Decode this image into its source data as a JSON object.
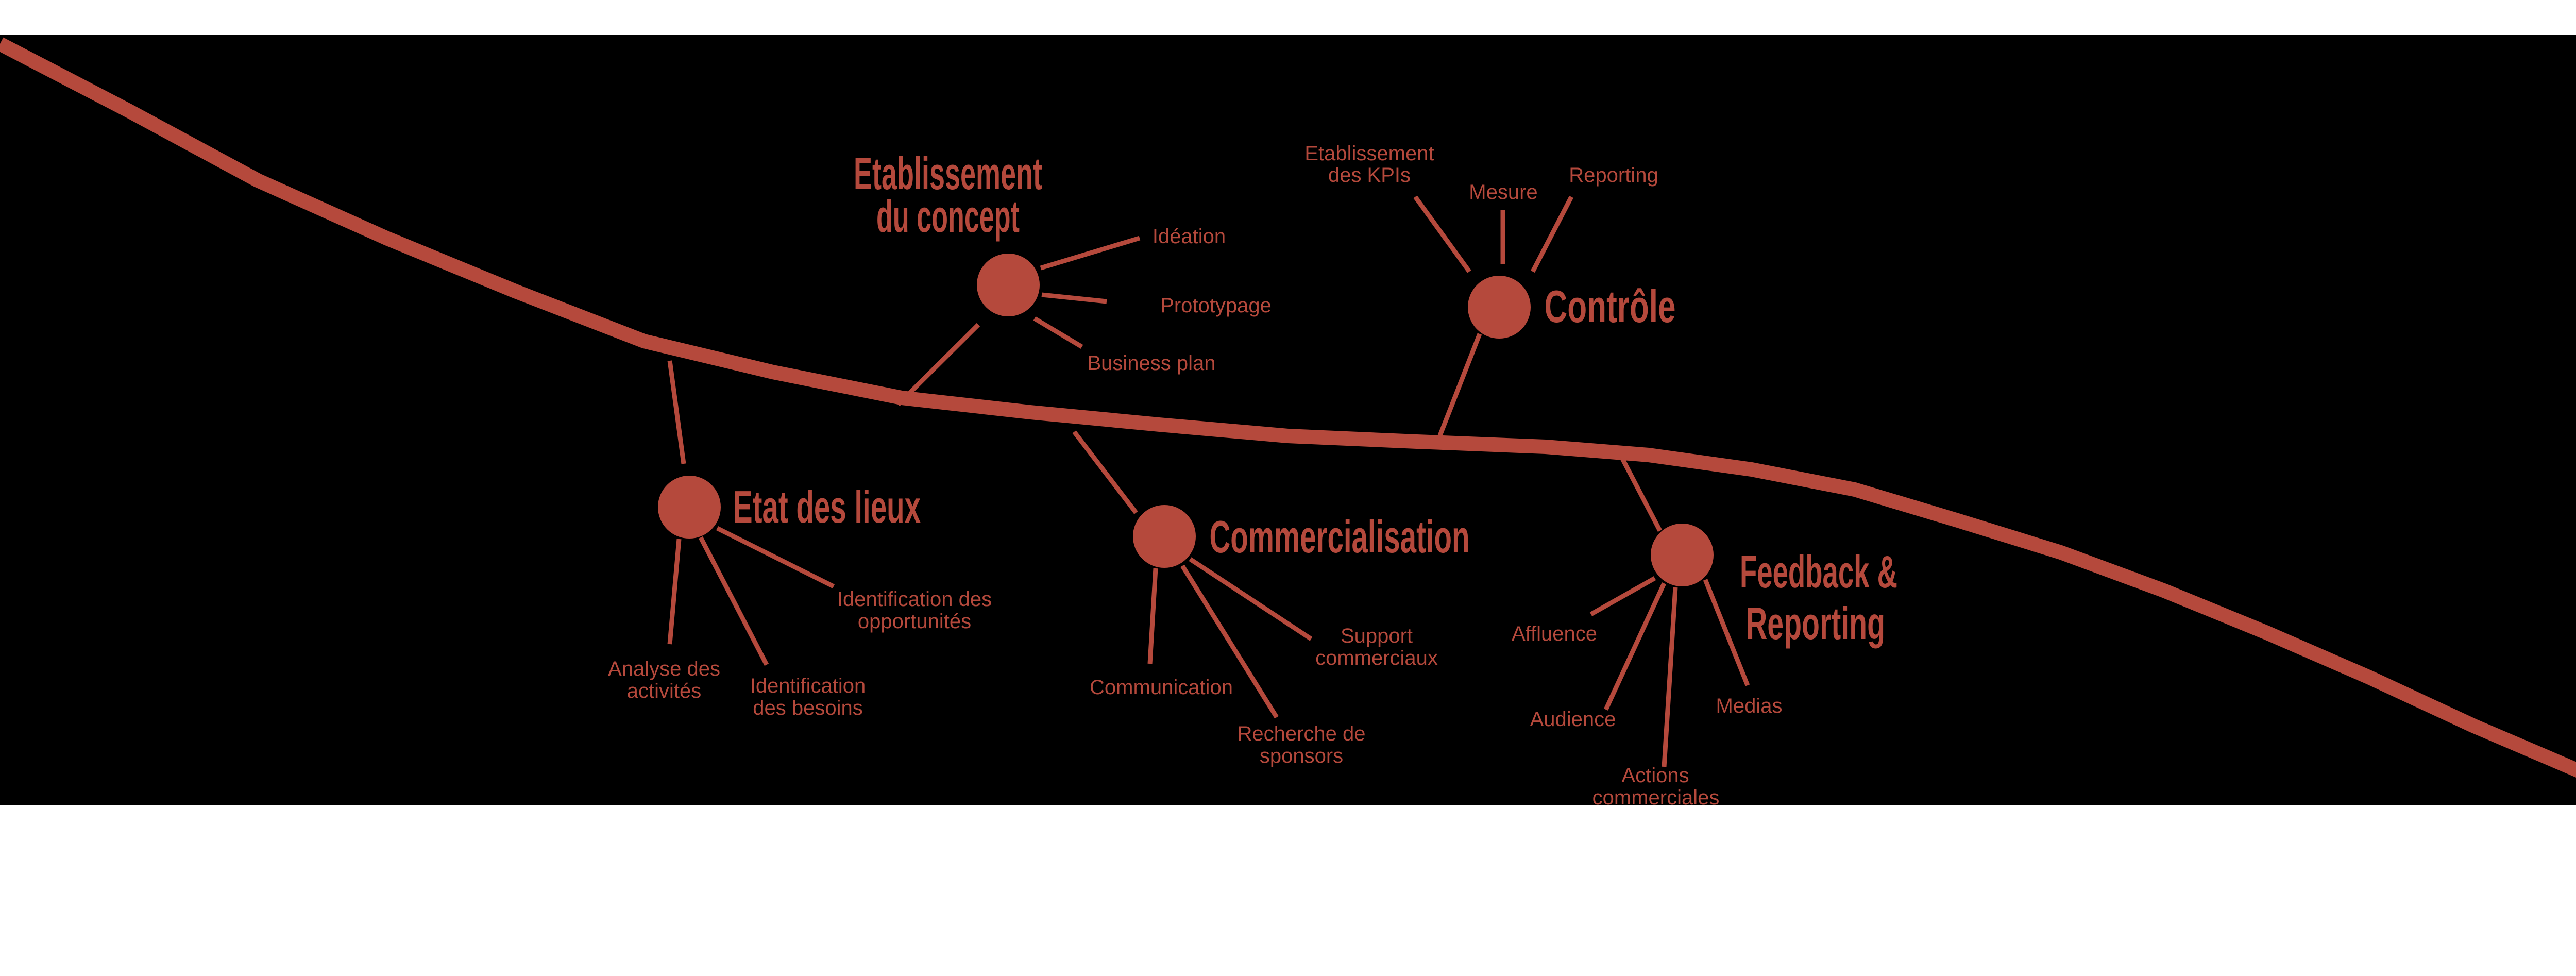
{
  "diagram": {
    "background_color": "#000000",
    "page_color": "#ffffff",
    "accent_color": "#b5493c",
    "nodes": [
      {
        "id": "etat-des-lieux",
        "title_lines": [
          "Etat des lieux"
        ],
        "branches": [
          {
            "label_lines": [
              "Identification des",
              "opportunités"
            ]
          },
          {
            "label_lines": [
              "Analyse des",
              "activités"
            ]
          },
          {
            "label_lines": [
              "Identification",
              "des besoins"
            ]
          }
        ]
      },
      {
        "id": "etablissement-du-concept",
        "title_lines": [
          "Etablissement",
          "du concept"
        ],
        "branches": [
          {
            "label_lines": [
              "Idéation"
            ]
          },
          {
            "label_lines": [
              "Prototypage"
            ]
          },
          {
            "label_lines": [
              "Business plan"
            ]
          }
        ]
      },
      {
        "id": "commercialisation",
        "title_lines": [
          "Commercialisation"
        ],
        "branches": [
          {
            "label_lines": [
              "Communication"
            ]
          },
          {
            "label_lines": [
              "Support",
              "commerciaux"
            ]
          },
          {
            "label_lines": [
              "Recherche de",
              "sponsors"
            ]
          }
        ]
      },
      {
        "id": "controle",
        "title_lines": [
          "Contrôle"
        ],
        "branches": [
          {
            "label_lines": [
              "Etablissement",
              "des KPIs"
            ]
          },
          {
            "label_lines": [
              "Mesure"
            ]
          },
          {
            "label_lines": [
              "Reporting"
            ]
          }
        ]
      },
      {
        "id": "feedback-reporting",
        "title_lines": [
          "Feedback &",
          "Reporting"
        ],
        "branches": [
          {
            "label_lines": [
              "Affluence"
            ]
          },
          {
            "label_lines": [
              "Audience"
            ]
          },
          {
            "label_lines": [
              "Actions",
              "commerciales"
            ]
          },
          {
            "label_lines": [
              "Medias"
            ]
          }
        ]
      }
    ]
  }
}
